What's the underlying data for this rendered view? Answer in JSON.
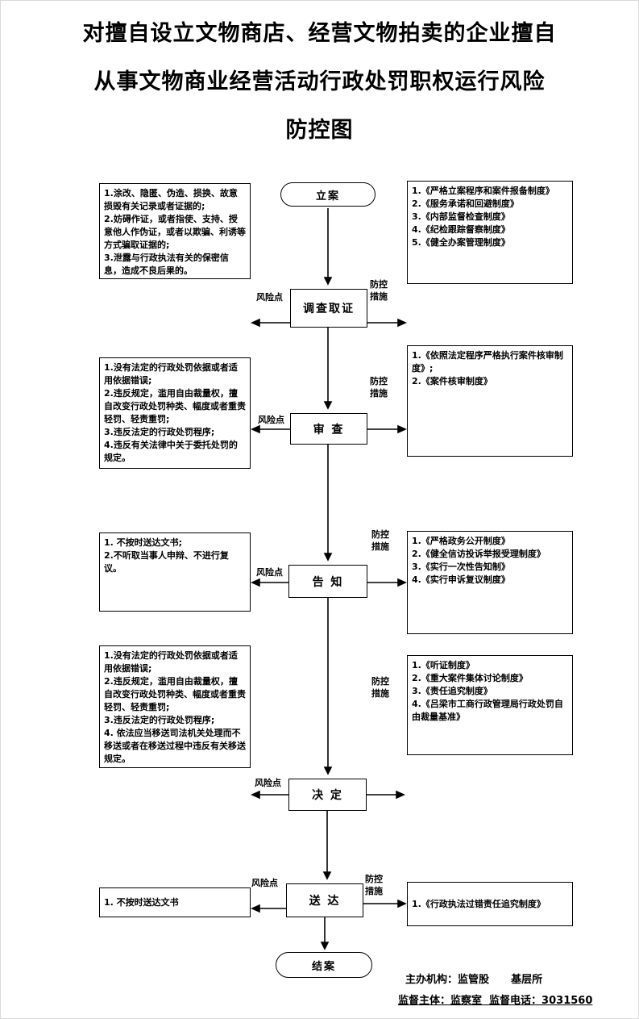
{
  "title": {
    "lines": [
      "对擅自设立文物商店、经营文物拍卖的企业擅自",
      "从事文物商业经营活动行政处罚职权运行风险",
      "防控图"
    ]
  },
  "flow": {
    "start": "立案",
    "steps": [
      "调查取证",
      "审 查",
      "告 知",
      "决 定",
      "送 达"
    ],
    "end": "结案"
  },
  "labels": {
    "risk": "风险点",
    "control": "防控\n措施"
  },
  "risks": {
    "s1": "1.涂改、隐匿、伪造、损换、故意损毁有关记录或者证据的;\n2.妨碍作证，或者指使、支持、授意他人作伪证，或者以欺骗、利诱等方式骗取证据的;\n3.泄露与行政执法有关的保密信息，造成不良后果的。",
    "s2": "1.没有法定的行政处罚依据或者适用依据错误;\n2.违反规定，滥用自由裁量权，擅自改变行政处罚种类、幅度或者重责轻罚、轻责重罚;\n3.违反法定的行政处罚程序;\n4.违反有关法律中关于委托处罚的规定。",
    "s3": "1. 不按时送达文书;\n2.不听取当事人申辩、不进行复议。",
    "s4": "1.没有法定的行政处罚依据或者适用依据错误;\n2.违反规定，滥用自由裁量权，擅自改变行政处罚种类、幅度或者重责轻罚、轻责重罚;\n3.违反法定的行政处罚程序;\n4. 依法应当移送司法机关处理而不移送或者在移送过程中违反有关移送规定。",
    "s5": "1. 不按时送达文书"
  },
  "controls": {
    "s1": "1.《严格立案程序和案件报备制度》\n2.《服务承诺和回避制度》\n3.《内部监督检查制度》\n4.《纪检跟踪督察制度》\n5.《健全办案管理制度》",
    "s2": "1.《依照法定程序严格执行案件核审制度》;\n2.《案件核审制度》",
    "s3": "1.《严格政务公开制度》\n2.《健全信访投诉举报受理制度》\n3.《实行一次性告知制》\n4.《实行申诉复议制度》",
    "s4": "1.《听证制度》\n2.《重大案件集体讨论制度》\n3.《责任追究制度》\n4.《吕梁市工商行政管理局行政处罚自由裁量基准》",
    "s5": "1.《行政执法过错责任追究制度》"
  },
  "footer": {
    "l1": "主办机构：监管股      基层所",
    "l2": "监督主体：监察室  监督电话：3031560"
  }
}
